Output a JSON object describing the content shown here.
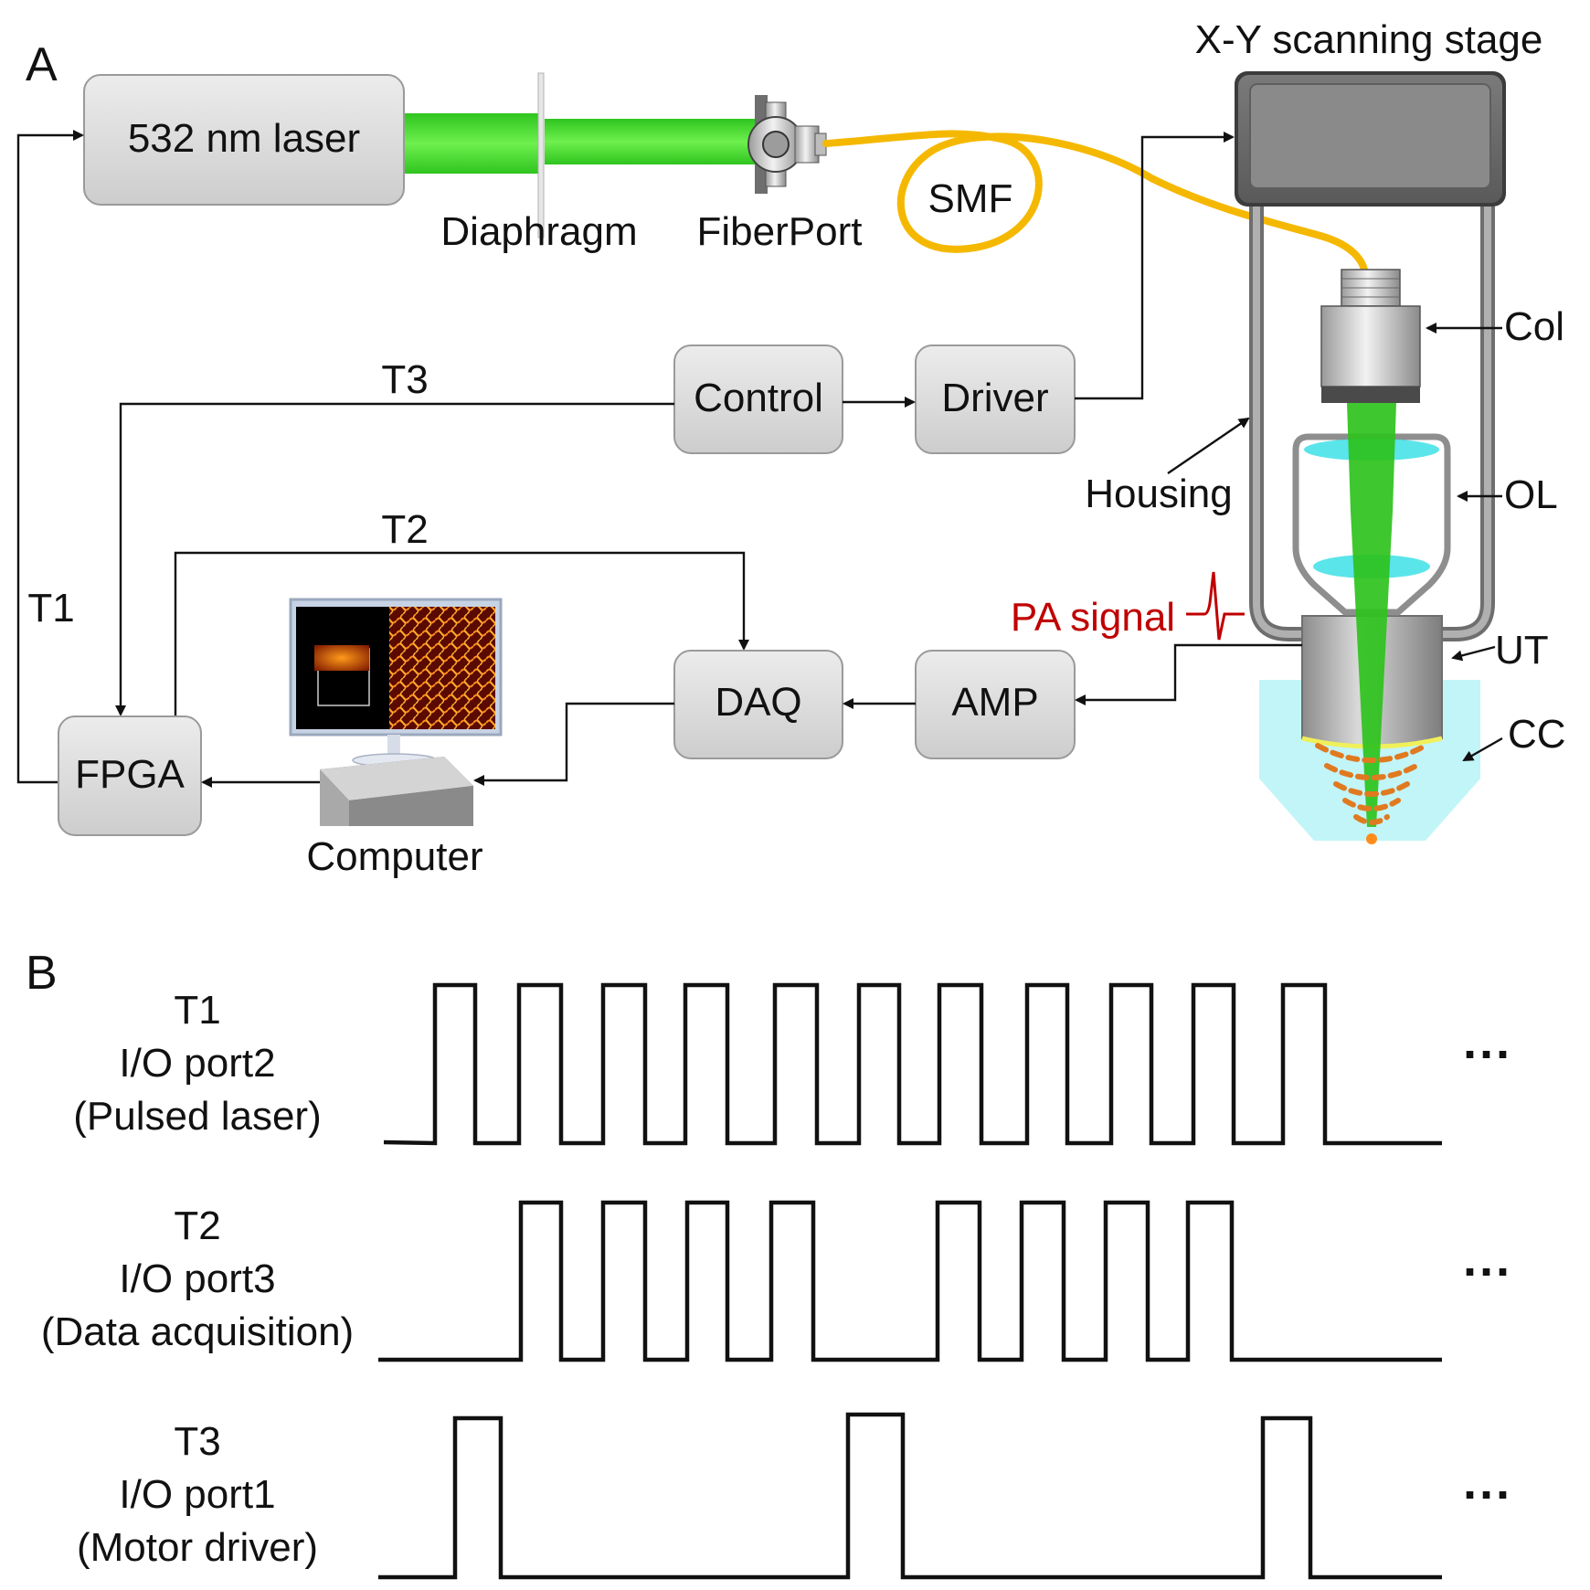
{
  "panel_a": {
    "panel_label": "A",
    "stage_title": "X-Y scanning stage",
    "laser_label": "532 nm laser",
    "diaphragm_label": "Diaphragm",
    "fiberport_label": "FiberPort",
    "smf_label": "SMF",
    "col_label": "Col",
    "housing_label": "Housing",
    "ol_label": "OL",
    "ut_label": "UT",
    "cc_label": "CC",
    "pa_signal_label": "PA signal",
    "control_label": "Control",
    "driver_label": "Driver",
    "daq_label": "DAQ",
    "amp_label": "AMP",
    "fpga_label": "FPGA",
    "computer_label": "Computer",
    "t1_label": "T1",
    "t2_label": "T2",
    "t3_label": "T3",
    "colors": {
      "beam": "#33cc22",
      "fiber": "#f5b800",
      "pa_signal": "#c00000",
      "coupling": "#bff4f8"
    }
  },
  "panel_b": {
    "panel_label": "B",
    "ellipsis": "···",
    "traces": [
      {
        "name": "T1",
        "port": "I/O port2",
        "desc": "(Pulsed laser)",
        "pulses": 11
      },
      {
        "name": "T2",
        "port": "I/O port3",
        "desc": "(Data acquisition)",
        "pulses": 8
      },
      {
        "name": "T3",
        "port": "I/O port1",
        "desc": "(Motor driver)",
        "pulses": 3
      }
    ]
  }
}
